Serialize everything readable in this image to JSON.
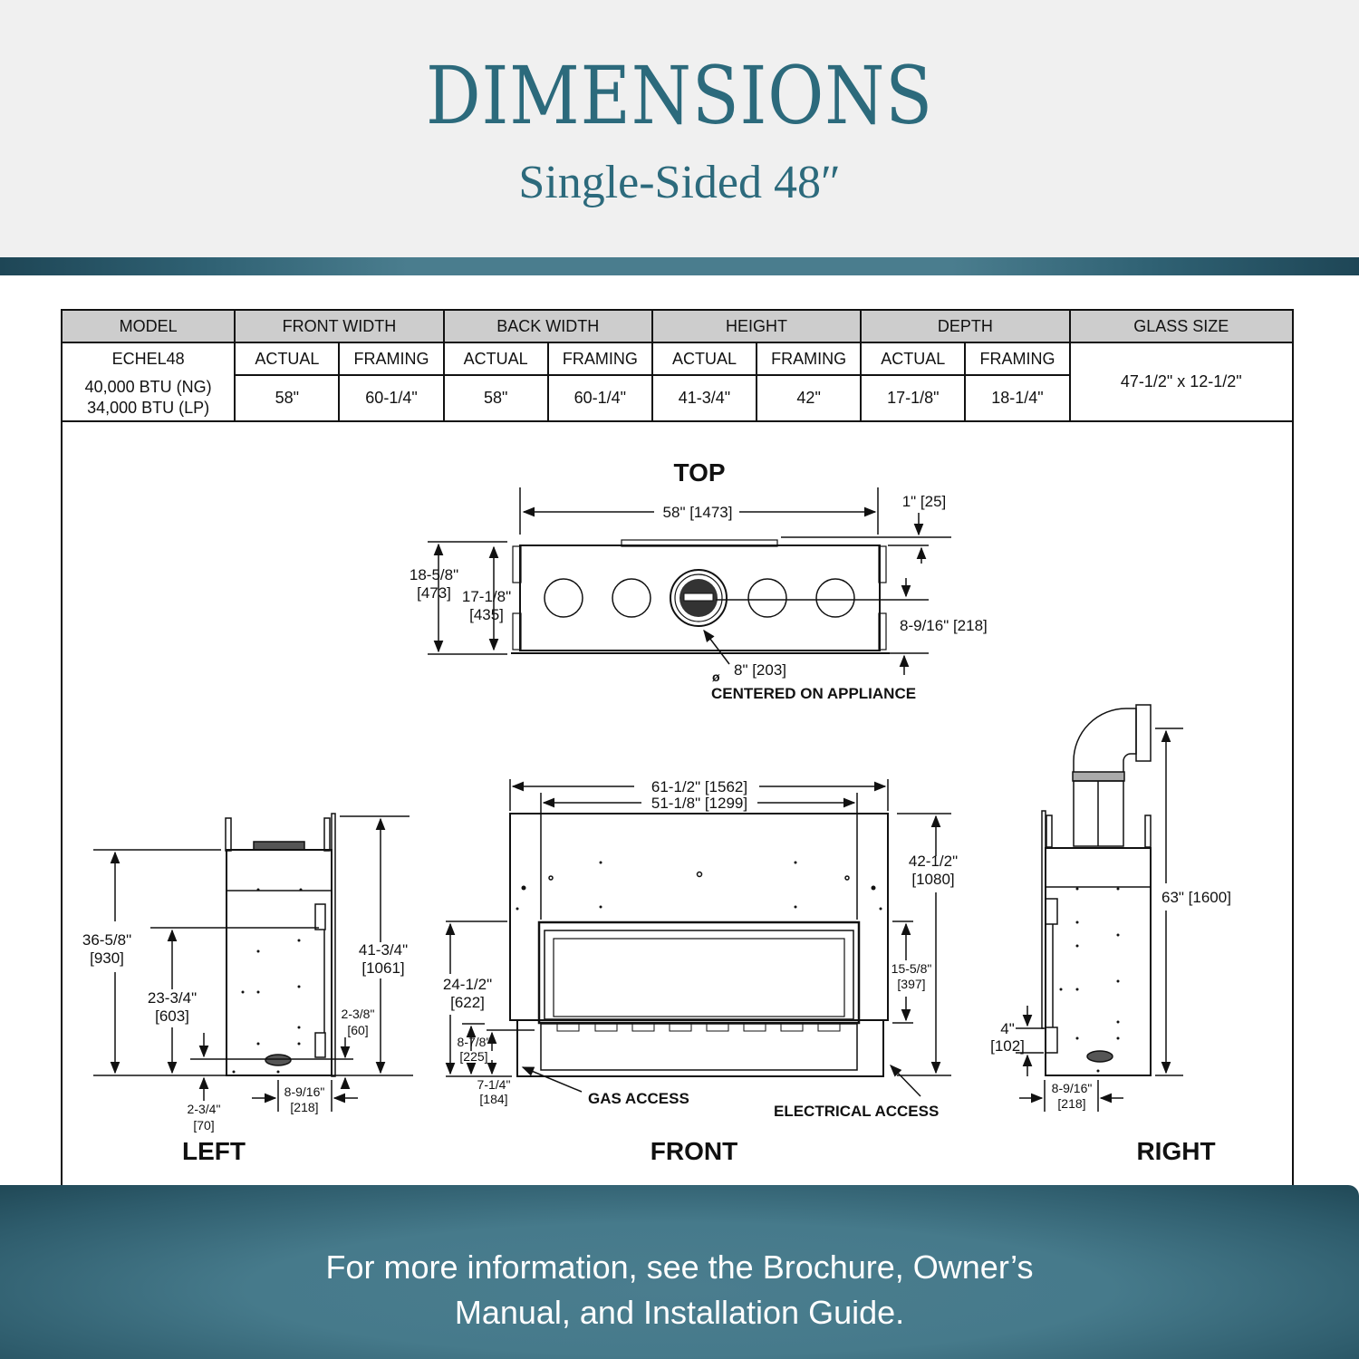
{
  "header": {
    "title": "DIMENSIONS",
    "subtitle": "Single-Sided 48″"
  },
  "colors": {
    "accent": "#2c6a7c",
    "band_dark": "#1e4656",
    "band_light": "#4a7d8e",
    "header_bg": "#f0f0f0",
    "table_header_bg": "#cdcdcd"
  },
  "spec_table": {
    "headers": [
      "MODEL",
      "FRONT WIDTH",
      "BACK WIDTH",
      "HEIGHT",
      "DEPTH",
      "GLASS SIZE"
    ],
    "subheaders": [
      "ACTUAL",
      "FRAMING",
      "ACTUAL",
      "FRAMING",
      "ACTUAL",
      "FRAMING",
      "ACTUAL",
      "FRAMING"
    ],
    "model": {
      "name": "ECHEL48",
      "btu_ng": "40,000 BTU (NG)",
      "btu_lp": "34,000 BTU (LP)"
    },
    "values": {
      "front_width_actual": "58\"",
      "front_width_framing": "60-1/4\"",
      "back_width_actual": "58\"",
      "back_width_framing": "60-1/4\"",
      "height_actual": "41-3/4\"",
      "height_framing": "42\"",
      "depth_actual": "17-1/8\"",
      "depth_framing": "18-1/4\"",
      "glass_size": "47-1/2\" x 12-1/2\""
    }
  },
  "views": {
    "top": {
      "title": "TOP",
      "width": "58\" [1473]",
      "offset": "1\" [25]",
      "depth_outer_in": "18-5/8\"",
      "depth_outer_mm": "[473]",
      "depth_inner_in": "17-1/8\"",
      "depth_inner_mm": "[435]",
      "vent_center": "8-9/16\" [218]",
      "vent_dia": "8\" [203]",
      "dia_symbol": "ø",
      "vent_note": "CENTERED ON APPLIANCE"
    },
    "left": {
      "title": "LEFT",
      "h1_in": "36-5/8\"",
      "h1_mm": "[930]",
      "h2_in": "23-3/4\"",
      "h2_mm": "[603]",
      "h3_in": "41-3/4\"",
      "h3_mm": "[1061]",
      "h4_in": "2-3/8\"",
      "h4_mm": "[60]",
      "h5_in": "2-3/4\"",
      "h5_mm": "[70]",
      "w1_in": "8-9/16\"",
      "w1_mm": "[218]"
    },
    "front": {
      "title": "FRONT",
      "w_outer": "61-1/2\" [1562]",
      "w_inner": "51-1/8\" [1299]",
      "h_total_in": "42-1/2\"",
      "h_total_mm": "[1080]",
      "h_opening_in": "24-1/2\"",
      "h_opening_mm": "[622]",
      "h_glass_in": "15-5/8\"",
      "h_glass_mm": "[397]",
      "h_base_in": "8-7/8\"",
      "h_base_mm": "[225]",
      "h_access_in": "7-1/4\"",
      "h_access_mm": "[184]",
      "gas_note": "GAS ACCESS",
      "elec_note": "ELECTRICAL ACCESS"
    },
    "right": {
      "title": "RIGHT",
      "h_total": "63\" [1600]",
      "h_small_in": "4\"",
      "h_small_mm": "[102]",
      "w1_in": "8-9/16\"",
      "w1_mm": "[218]"
    }
  },
  "footer": {
    "line1": "For more information, see the Brochure, Owner’s",
    "line2": "Manual, and Installation Guide."
  }
}
